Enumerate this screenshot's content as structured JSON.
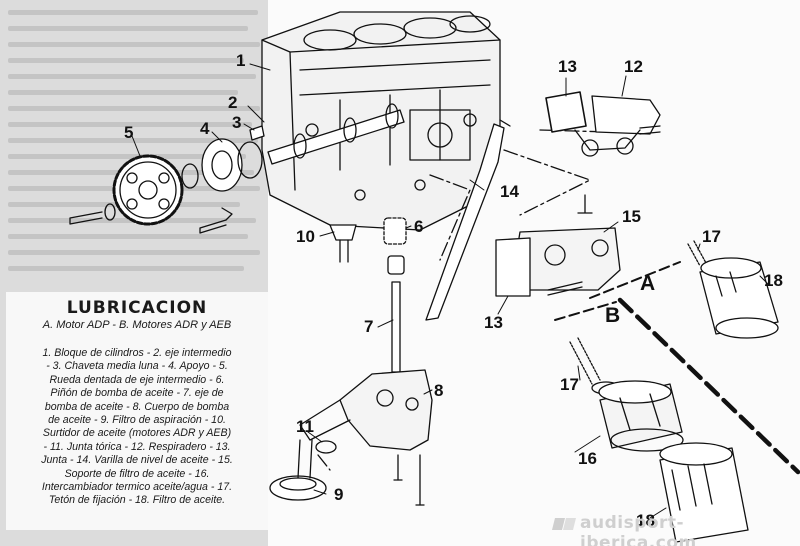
{
  "legend": {
    "title": "LUBRICACION",
    "subtitle": "A. Motor ADP - B. Motores ADR y AEB",
    "lines": [
      "1. Bloque de cilindros - 2. eje intermedio",
      "- 3. Chaveta media luna - 4. Apoyo - 5.",
      "Rueda dentada de eje intermedio - 6.",
      "Piñón de bomba de aceite - 7. eje de",
      "bomba de aceite - 8. Cuerpo de bomba",
      "de aceite - 9. Filtro de aspiración - 10.",
      "Surtidor de aceite (motores ADR y AEB)",
      "- 11. Junta tórica - 12. Respiradero - 13.",
      "Junta - 14. Varilla de nivel de aceite - 15.",
      "Soporte de filtro de aceite - 16.",
      "Intercambiador termico aceite/agua - 17.",
      "Tetón de fijación - 18. Filtro de aceite."
    ]
  },
  "callouts": [
    "1",
    "2",
    "3",
    "4",
    "5",
    "6",
    "7",
    "8",
    "9",
    "10",
    "11",
    "12",
    "13",
    "13",
    "14",
    "15",
    "16",
    "17",
    "17",
    "18",
    "18"
  ],
  "variants": [
    "A",
    "B"
  ],
  "watermark": "audisport-iberica.com",
  "colors": {
    "ink": "#111111",
    "paper": "#fbfbfb",
    "strip": "#dcdcdc",
    "watermark": "#cfcfcf"
  }
}
